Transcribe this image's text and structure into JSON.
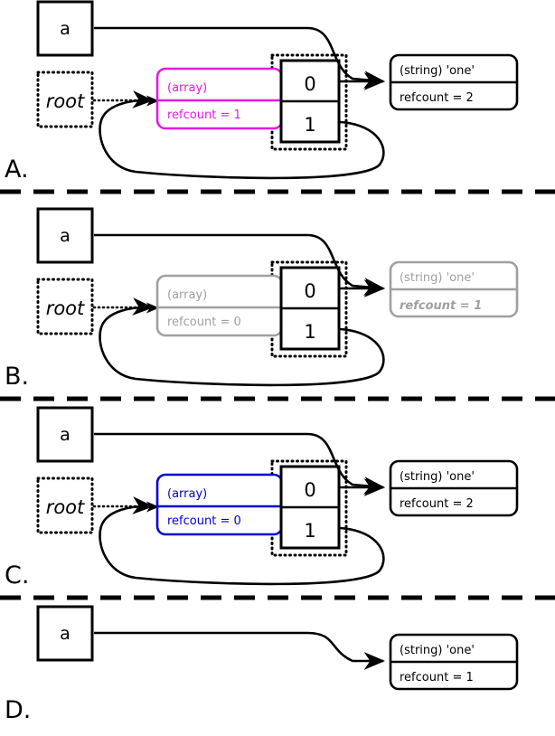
{
  "figure": {
    "title": "PHP reference counting / garbage collection cycle stages",
    "panel_count": 4,
    "colors": {
      "black": "#000000",
      "magenta": "#e619e6",
      "gray": "#a0a0a0",
      "blue": "#0000d2",
      "background": "#ffffff"
    }
  },
  "panels": [
    {
      "letter": "A.",
      "variable_label": "a",
      "root_label": "root",
      "array_box": {
        "type_label": "(array)",
        "refcount_label": "refcount = 1",
        "color": "#e619e6",
        "emphasis": "normal"
      },
      "index_cells": [
        "0",
        "1"
      ],
      "string_box": {
        "type_label": "(string) 'one'",
        "refcount_label": "refcount = 2",
        "color": "#000000",
        "emphasis": "normal"
      },
      "has_self_loop": true,
      "has_string_box": true
    },
    {
      "letter": "B.",
      "variable_label": "a",
      "root_label": "root",
      "array_box": {
        "type_label": "(array)",
        "refcount_label": "refcount = 0",
        "color": "#a0a0a0",
        "emphasis": "normal"
      },
      "index_cells": [
        "0",
        "1"
      ],
      "string_box": {
        "type_label": "(string) 'one'",
        "refcount_label": "refcount = 1",
        "color": "#a0a0a0",
        "emphasis": "bold-italic"
      },
      "has_self_loop": true,
      "has_string_box": true
    },
    {
      "letter": "C.",
      "variable_label": "a",
      "root_label": "root",
      "array_box": {
        "type_label": "(array)",
        "refcount_label": "refcount = 0",
        "color": "#0000d2",
        "emphasis": "normal"
      },
      "index_cells": [
        "0",
        "1"
      ],
      "string_box": {
        "type_label": "(string) 'one'",
        "refcount_label": "refcount = 2",
        "color": "#000000",
        "emphasis": "normal"
      },
      "has_self_loop": true,
      "has_string_box": true
    },
    {
      "letter": "D.",
      "variable_label": "a",
      "root_label": null,
      "array_box": null,
      "index_cells": [],
      "string_box": {
        "type_label": "(string) 'one'",
        "refcount_label": "refcount = 1",
        "color": "#000000",
        "emphasis": "normal"
      },
      "has_self_loop": false,
      "has_string_box": true
    }
  ],
  "separators": 3
}
